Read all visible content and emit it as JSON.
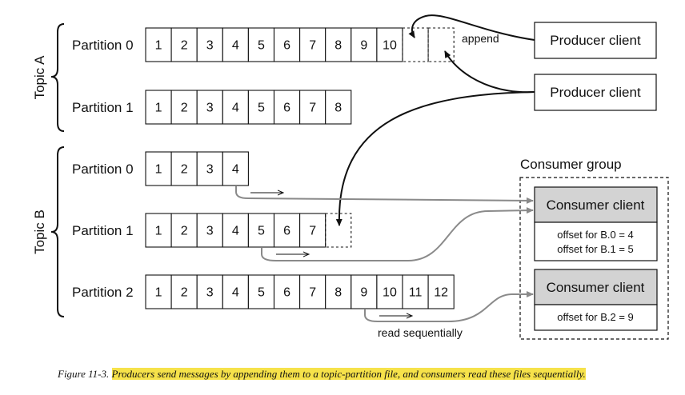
{
  "topics": [
    {
      "label": "Topic A",
      "partitions": [
        {
          "label": "Partition 0",
          "cells": [
            "1",
            "2",
            "3",
            "4",
            "5",
            "6",
            "7",
            "8",
            "9",
            "10"
          ],
          "pending": 2
        },
        {
          "label": "Partition 1",
          "cells": [
            "1",
            "2",
            "3",
            "4",
            "5",
            "6",
            "7",
            "8"
          ],
          "pending": 0
        }
      ]
    },
    {
      "label": "Topic B",
      "partitions": [
        {
          "label": "Partition 0",
          "cells": [
            "1",
            "2",
            "3",
            "4"
          ],
          "pending": 0
        },
        {
          "label": "Partition 1",
          "cells": [
            "1",
            "2",
            "3",
            "4",
            "5",
            "6",
            "7"
          ],
          "pending": 1
        },
        {
          "label": "Partition 2",
          "cells": [
            "1",
            "2",
            "3",
            "4",
            "5",
            "6",
            "7",
            "8",
            "9",
            "10",
            "11",
            "12"
          ],
          "pending": 0
        }
      ]
    }
  ],
  "producers": [
    {
      "label": "Producer client"
    },
    {
      "label": "Producer client"
    }
  ],
  "append_label": "append",
  "consumer_group": {
    "label": "Consumer group",
    "consumers": [
      {
        "label": "Consumer client",
        "offsets": [
          "offset for B.0 = 4",
          "offset for B.1 = 5"
        ]
      },
      {
        "label": "Consumer client",
        "offsets": [
          "offset for B.2 = 9"
        ]
      }
    ]
  },
  "read_label": "read sequentially",
  "caption": {
    "prefix": "Figure 11-3. ",
    "text": "Producers send messages by appending them to a topic-partition file, and consumers read these files sequentially."
  }
}
